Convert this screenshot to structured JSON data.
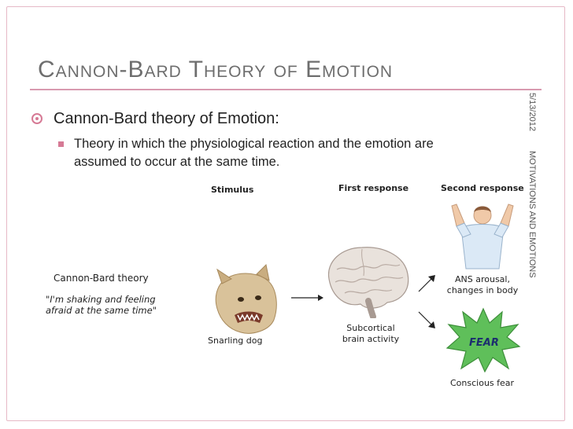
{
  "slide": {
    "title": "Cannon-Bard Theory of Emotion",
    "date": "5/13/2012",
    "section": "MOTIVATIONS AND EMOTIONS",
    "bullet1": "Cannon-Bard theory of Emotion:",
    "bullet2": "Theory in which the physiological reaction and the emotion are assumed to occur at the same time."
  },
  "figure": {
    "stimulus_header": "Stimulus",
    "first_header": "First response",
    "second_header": "Second response",
    "theory_name": "Cannon-Bard theory",
    "quote_line1": "\"I'm shaking and feeling",
    "quote_line2": "afraid at the same time\"",
    "dog_label": "Snarling dog",
    "brain_line1": "Subcortical",
    "brain_line2": "brain activity",
    "ans_line1": "ANS arousal,",
    "ans_line2": "changes in body",
    "fear_word": "FEAR",
    "fear_label": "Conscious fear"
  },
  "colors": {
    "accent": "#d67a95",
    "frame": "#e6b9c6",
    "title": "#6e6e6e",
    "fear_burst": "#5fbf5a"
  },
  "icons": {
    "bullet1": "ring-bullet-icon",
    "bullet2": "square-bullet-icon",
    "dog": "dog-icon",
    "brain": "brain-icon",
    "person": "person-icon",
    "burst": "starburst-icon"
  }
}
